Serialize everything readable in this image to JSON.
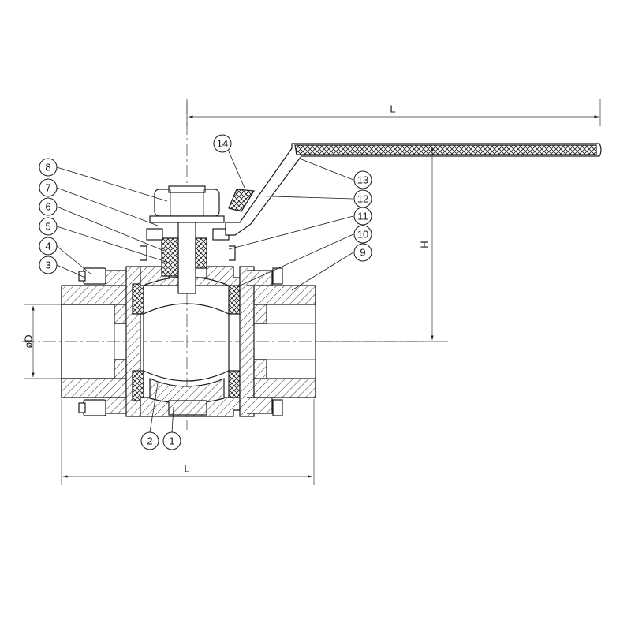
{
  "dimensions": {
    "top_length": "L",
    "bottom_length": "L",
    "height": "H",
    "bore_diameter": "øD"
  },
  "callouts": [
    "1",
    "2",
    "3",
    "4",
    "5",
    "6",
    "7",
    "8",
    "9",
    "10",
    "11",
    "12",
    "13",
    "14"
  ]
}
